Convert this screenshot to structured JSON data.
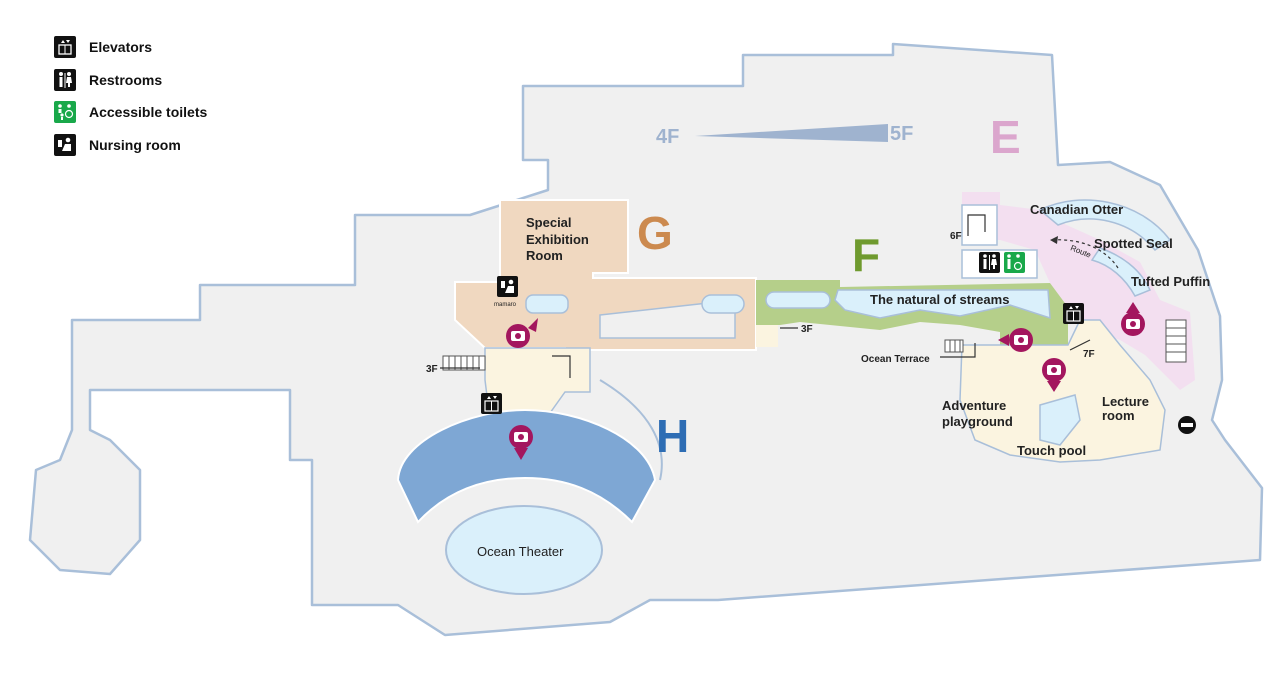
{
  "legend": [
    {
      "icon": "elevator-icon",
      "label": "Elevators",
      "bg": "#111111"
    },
    {
      "icon": "restroom-icon",
      "label": "Restrooms",
      "bg": "#111111"
    },
    {
      "icon": "accessible-toilet-icon",
      "label": "Accessible toilets",
      "bg": "#19a84a"
    },
    {
      "icon": "nursing-room-icon",
      "label": "Nursing room",
      "bg": "#111111"
    }
  ],
  "zones": {
    "e": {
      "letter": "E",
      "color": "#dba6cd"
    },
    "f": {
      "letter": "F",
      "color": "#6f9a2e"
    },
    "g": {
      "letter": "G",
      "color": "#cc8a4f"
    },
    "h": {
      "letter": "H",
      "color": "#2e6db4"
    }
  },
  "floors": {
    "start": "4F",
    "end": "5F"
  },
  "areas": {
    "special_line1": "Special",
    "special_line2": "Exhibition",
    "special_line3": "Room",
    "canadian_otter": "Canadian Otter",
    "spotted_seal": "Spotted Seal",
    "tufted_puffin": "Tufted Puffin",
    "streams": "The natural of streams",
    "adventure_line1": "Adventure",
    "adventure_line2": "playground",
    "lecture_line1": "Lecture",
    "lecture_line2": "room",
    "touch_pool": "Touch pool",
    "ocean_theater": "Ocean Theater",
    "ocean_terrace": "Ocean Terrace"
  },
  "small_labels": {
    "route": "Route",
    "memaro": "mamaro",
    "stairs_3f_left": "3F",
    "stairs_3f_mid": "3F",
    "stairs_6f": "6F",
    "stairs_7f": "7F"
  },
  "colors": {
    "building": "#f0f0f0",
    "outline": "#a9bfd9",
    "g_zone": "#f0d8c0",
    "f_zone": "#b5cf8a",
    "water": "#daf0fb",
    "h_seats": "#7ea7d4",
    "e_zone": "#f3dff0",
    "corridor": "#fbf4e0",
    "photo": "#a3165e"
  }
}
